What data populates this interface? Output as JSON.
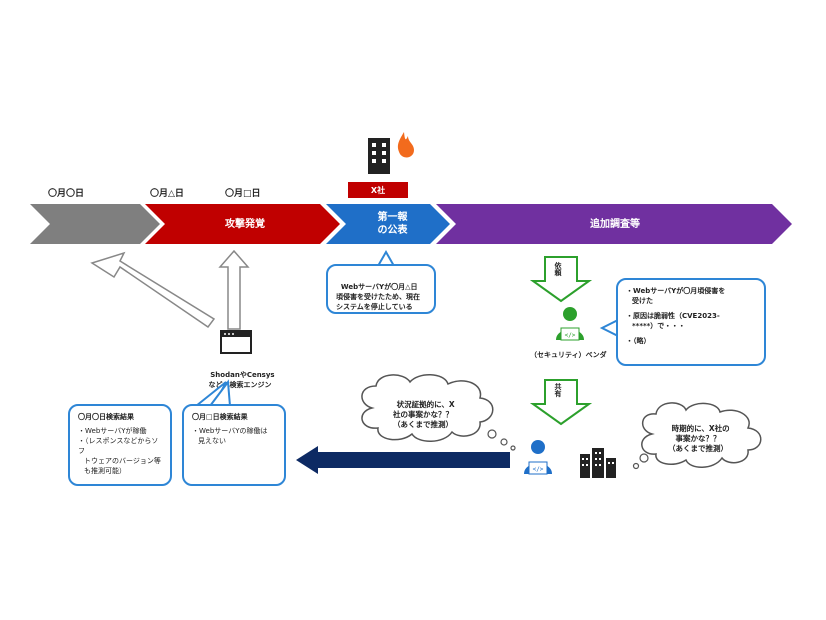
{
  "timeline": {
    "dates": [
      "〇月〇日",
      "〇月△日",
      "〇月□日"
    ],
    "phases": [
      {
        "label": "",
        "color": "#7f7f7f"
      },
      {
        "label": "攻撃発覚",
        "color": "#c00000"
      },
      {
        "label": "第一報\nの公表",
        "color": "#1f6fc8"
      },
      {
        "label": "追加調査等",
        "color": "#7030a0"
      }
    ]
  },
  "company": {
    "label": "X社"
  },
  "publication_bubble": {
    "text": "WebサーバYが〇月△日\n頃侵害を受けたため、現在\nシステムを停止している"
  },
  "search_engine": {
    "label": "ShodanやCensys\nなどの検索エンジン"
  },
  "search_result_1": {
    "title": "〇月〇日検索結果",
    "lines": [
      "・WebサーバYが稼働",
      "・（レスポンスなどからソフ",
      "トウェアのバージョン等",
      "も推測可能）"
    ]
  },
  "search_result_2": {
    "title": "〇月□日検索結果",
    "lines": [
      "・WebサーバYの稼働は",
      "見えない"
    ]
  },
  "arrows": {
    "request": "依頼",
    "share": "共有"
  },
  "vendor": {
    "label": "（セキュリティ）ベンダ"
  },
  "vendor_bubble": {
    "lines": [
      "・WebサーバYが〇月頃侵害を",
      "受けた",
      "",
      "・原因は脆弱性（CVE2023-",
      "*****）で・・・",
      "",
      "・（略）"
    ]
  },
  "thought_1": {
    "text": "状況証拠的に、X\n社の事案かな？？\n（あくまで推測）"
  },
  "thought_2": {
    "text": "時期的に、X社の\n事案かな？？\n（あくまで推測）"
  },
  "colors": {
    "blue_bubble": "#2e86d6",
    "green_arrow": "#2ca02c",
    "navy_arrow": "#0d2a63"
  }
}
